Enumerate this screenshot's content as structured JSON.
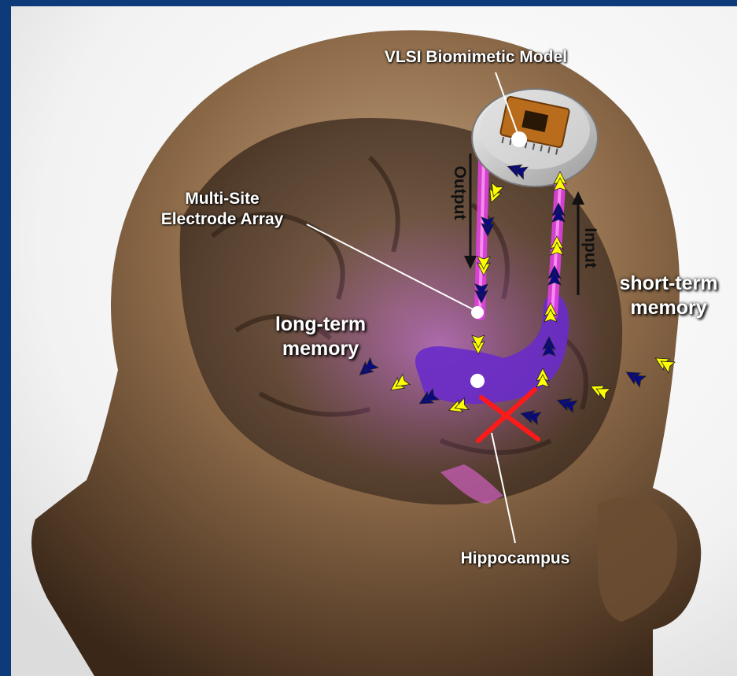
{
  "figure": {
    "labels": {
      "vlsi_model": "VLSI Biomimetic Model",
      "electrode_array": "Multi-Site\nElectrode Array",
      "output": "Output",
      "input": "Input",
      "short_term_memory": "short-term\nmemory",
      "long_term_memory": "long-term\nmemory",
      "hippocampus": "Hippocampus"
    },
    "colors": {
      "background_frame": "#0d3a78",
      "skin": "#8a6a48",
      "signal_path": "#e040e0",
      "hippocampus": "#6a2cc8",
      "arrow_blue": "#0a0a80",
      "arrow_yellow": "#ffff00",
      "blocked_marker": "#ff1a1a"
    },
    "icons": {
      "chip": "microchip-icon",
      "blocked": "red-x-icon"
    }
  }
}
